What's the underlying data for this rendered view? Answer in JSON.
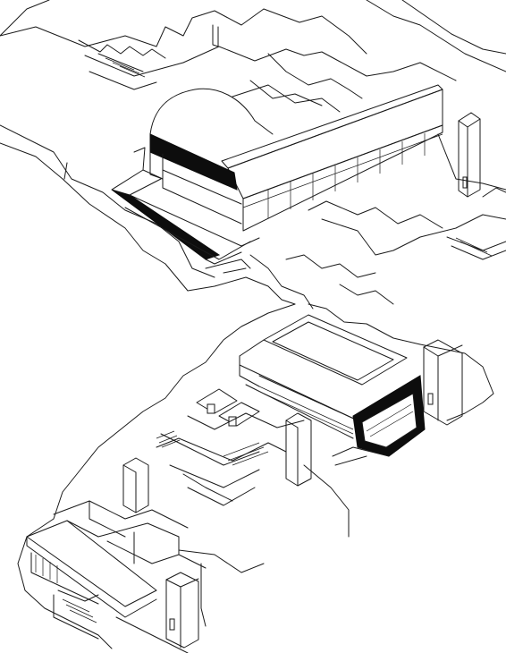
{
  "figure": {
    "type": "isometric architectural line drawing",
    "colors": {
      "line": "#1a1a1a",
      "solid": "#0d0d0d",
      "paper": "#ffffff"
    },
    "parts": [
      "upper-terrace-building",
      "upper-right-tower",
      "middle-building",
      "middle-right-tower",
      "lower-left-building",
      "lower-tower"
    ]
  }
}
